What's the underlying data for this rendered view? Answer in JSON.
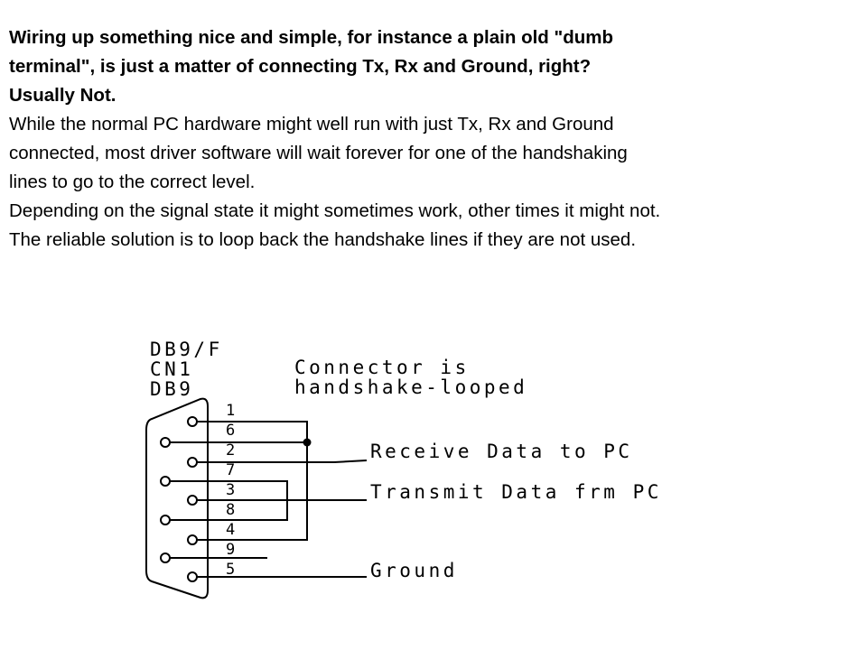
{
  "intro": {
    "bold_lines": [
      "Wiring up something nice and simple, for instance a plain old \"dumb",
      "terminal\", is just a matter of connecting Tx, Rx and Ground, right?",
      "Usually Not."
    ],
    "lines": [
      "While the normal PC hardware might well run with just Tx, Rx and Ground",
      "connected, most driver software will wait forever for one of the handshaking",
      "lines to go to the correct level.",
      "Depending on the signal state it might sometimes work, other times it might not.",
      "The reliable solution is to loop back the handshake lines if they are not used."
    ]
  },
  "diagram": {
    "connector_labels": [
      "DB9/F",
      "CN1",
      "DB9"
    ],
    "note_lines": [
      "Connector is",
      "handshake-looped"
    ],
    "pins": [
      "1",
      "6",
      "2",
      "7",
      "3",
      "8",
      "4",
      "9",
      "5"
    ],
    "signals": {
      "receive": "Receive Data to PC",
      "transmit": "Transmit Data frm PC",
      "ground": "Ground"
    }
  }
}
